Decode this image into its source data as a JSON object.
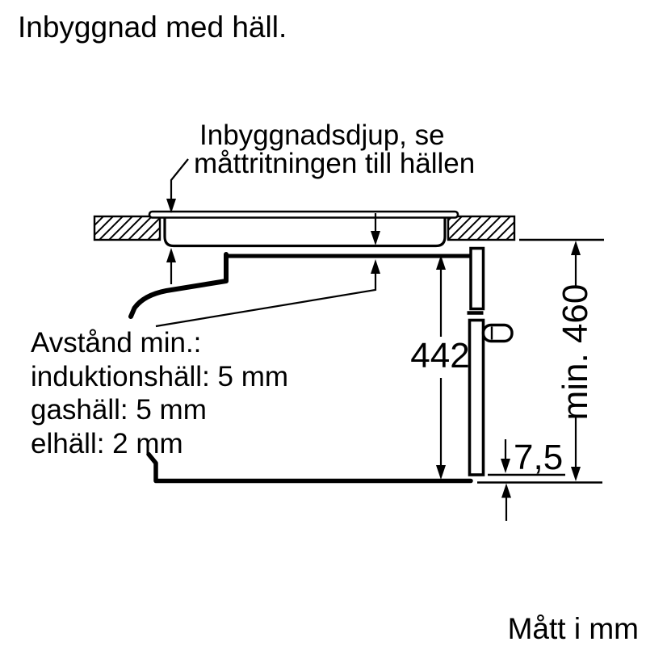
{
  "title": "Inbyggnad med häll.",
  "units_note": "Mått i mm",
  "colors": {
    "ink": "#000000",
    "background": "#ffffff"
  },
  "diagram": {
    "hob_depth_label": {
      "line1": "Inbyggnadsdjup, se",
      "line2": "måttritningen till hällen"
    },
    "clearance_note": {
      "title": "Avstånd min.:",
      "lines": [
        "induktionshäll: 5 mm",
        "gashäll: 5 mm",
        "elhäll: 2 mm"
      ]
    },
    "dimensions": {
      "oven_height": "442",
      "niche_height": "min. 460",
      "door_overhang": "7,5"
    }
  }
}
